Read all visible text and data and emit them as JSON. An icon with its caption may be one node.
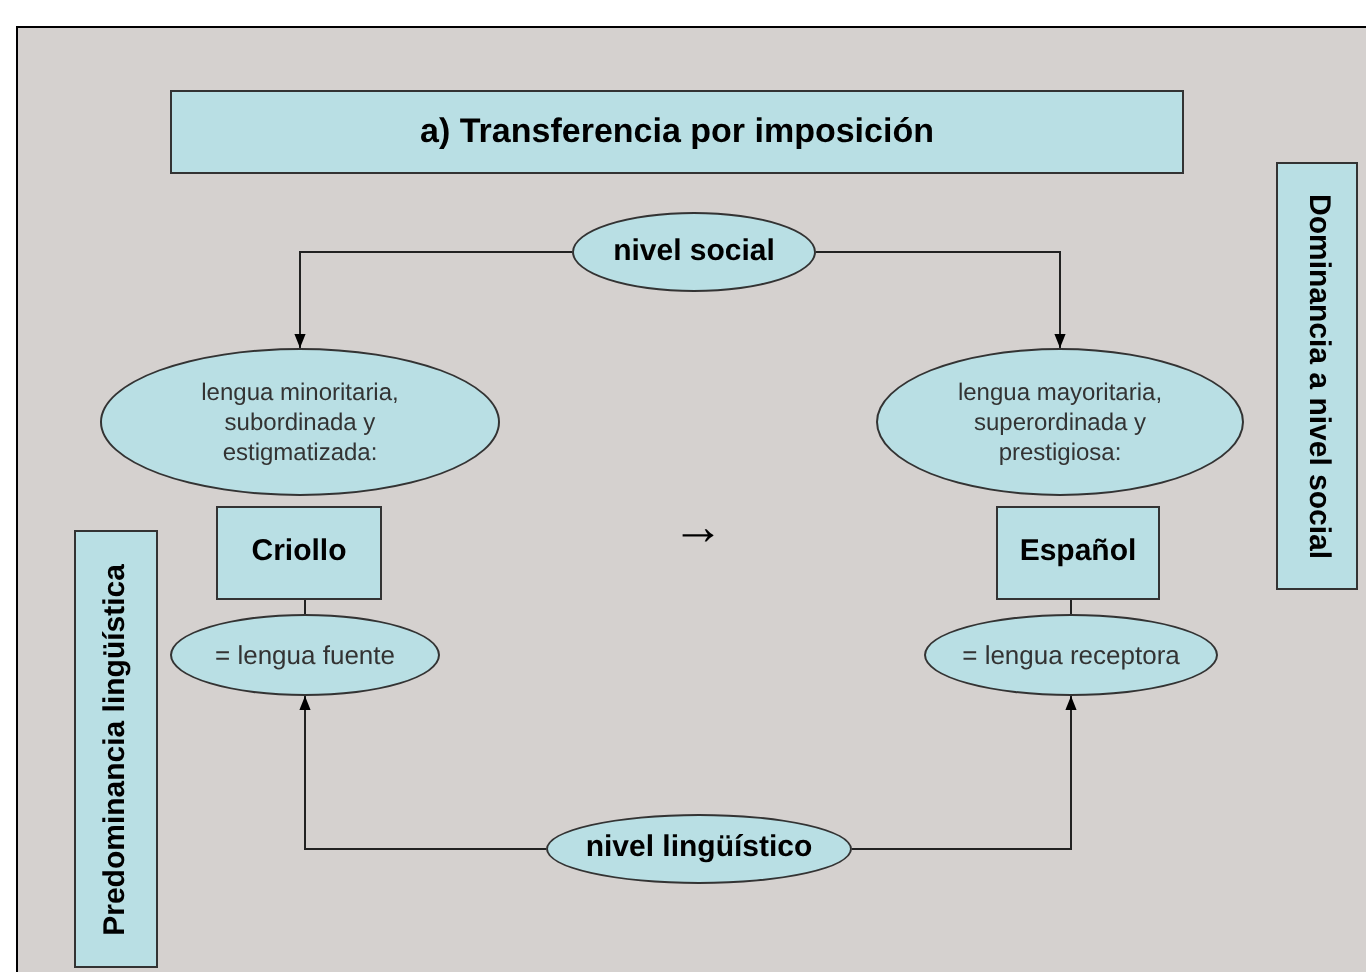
{
  "diagram": {
    "nodes": [
      {
        "text": [
          "a) Transferencia por imposición"
        ]
      },
      {
        "text": [
          "Dominancia a nivel social"
        ]
      },
      {
        "text": [
          "nivel social"
        ]
      },
      {
        "text": [
          "lengua minoritaria, subordinada y estigmatizada:"
        ]
      },
      {
        "text": [
          "lengua mayoritaria, superordinada y prestigiosa:"
        ]
      },
      {
        "text": [
          "Criollo"
        ]
      },
      {
        "text": [
          "Español"
        ]
      },
      {
        "text": [
          "= lengua fuente"
        ]
      },
      {
        "text": [
          "= lengua receptora"
        ]
      },
      {
        "text": [
          "Predominancia lingüística"
        ]
      },
      {
        "text": [
          "nivel lingüístico"
        ]
      }
    ],
    "edges": [
      {
        "from": 2,
        "to": 3,
        "arrow": "to"
      },
      {
        "from": 2,
        "to": 4,
        "arrow": "to"
      },
      {
        "from": 5,
        "to": 7,
        "arrow": "none"
      },
      {
        "from": 6,
        "to": 8,
        "arrow": "none"
      },
      {
        "from": 10,
        "to": 7,
        "arrow": "to"
      },
      {
        "from": 10,
        "to": 8,
        "arrow": "to"
      }
    ],
    "labels": [
      "→"
    ]
  }
}
